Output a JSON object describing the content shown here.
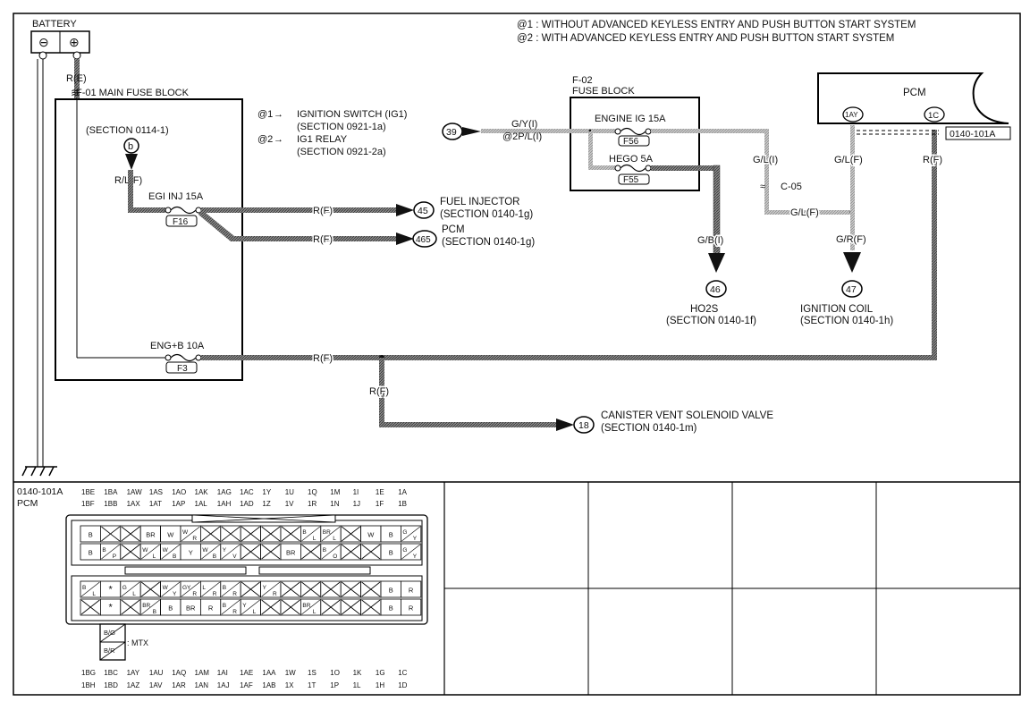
{
  "notes": {
    "n1": "@1 : WITHOUT ADVANCED KEYLESS ENTRY AND PUSH BUTTON START SYSTEM",
    "n2": "@2 : WITH ADVANCED KEYLESS ENTRY AND PUSH BUTTON START SYSTEM"
  },
  "battery": {
    "title": "BATTERY",
    "minus": "⊖",
    "plus": "⊕",
    "wire": "R(E)"
  },
  "main_fuse_block": {
    "title": "F-01 MAIN FUSE BLOCK",
    "section_ref": "(SECTION 0114-1)",
    "conn_b": "b",
    "wire_rlf": "R/L(F)",
    "egi_label": "EGI INJ 15A",
    "egi_id": "F16",
    "engb_label": "ENG+B 10A",
    "engb_id": "F3"
  },
  "ignition": {
    "at1": "@1",
    "at1_text": "IGNITION SWITCH (IG1)",
    "at1_section": "(SECTION 0921-1a)",
    "at2": "@2",
    "at2_text": "IG1 RELAY",
    "at2_section": "(SECTION 0921-2a)"
  },
  "fuse_block_f02": {
    "id": "F-02",
    "title": "FUSE BLOCK",
    "engine_ig_label": "ENGINE IG 15A",
    "engine_ig_id": "F56",
    "hego_label": "HEGO 5A",
    "hego_id": "F55",
    "in_conn": "39",
    "in_wire1": "G/Y(I)",
    "in_wire2": "@2P/L(I)"
  },
  "pcm": {
    "title": "PCM",
    "pin1": "1AY",
    "pin2": "1C",
    "connector": "0140-101A"
  },
  "wires": {
    "rf": "R(F)",
    "glI": "G/L(I)",
    "c05": "C-05",
    "glF": "G/L(F)",
    "grF": "G/R(F)",
    "gbI": "G/B(I)"
  },
  "destinations": {
    "d45": {
      "num": "45",
      "name": "FUEL INJECTOR",
      "section": "(SECTION 0140-1g)"
    },
    "d465": {
      "num": "465",
      "name": "PCM",
      "section": "(SECTION 0140-1g)"
    },
    "d46": {
      "num": "46",
      "name": "HO2S",
      "section": "(SECTION 0140-1f)"
    },
    "d47": {
      "num": "47",
      "name": "IGNITION COIL",
      "section": "(SECTION 0140-1h)"
    },
    "d18": {
      "num": "18",
      "name": "CANISTER VENT SOLENOID VALVE",
      "section": "(SECTION 0140-1m)"
    }
  },
  "connector_view": {
    "code": "0140-101A",
    "name": "PCM",
    "top_row1": [
      "1BE",
      "1BA",
      "1AW",
      "1AS",
      "1AO",
      "1AK",
      "1AG",
      "1AC",
      "1Y",
      "1U",
      "1Q",
      "1M",
      "1I",
      "1E",
      "1A"
    ],
    "top_row2": [
      "1BF",
      "1BB",
      "1AX",
      "1AT",
      "1AP",
      "1AL",
      "1AH",
      "1AD",
      "1Z",
      "1V",
      "1R",
      "1N",
      "1J",
      "1F",
      "1B"
    ],
    "bot_row1": [
      "1BG",
      "1BC",
      "1AY",
      "1AU",
      "1AQ",
      "1AM",
      "1AI",
      "1AE",
      "1AA",
      "1W",
      "1S",
      "1O",
      "1K",
      "1G",
      "1C"
    ],
    "bot_row2": [
      "1BH",
      "1BD",
      "1AZ",
      "1AV",
      "1AR",
      "1AN",
      "1AJ",
      "1AF",
      "1AB",
      "1X",
      "1T",
      "1P",
      "1L",
      "1H",
      "1D"
    ],
    "mtx": ": MTX",
    "row1": [
      "B",
      "X",
      "X",
      "BR",
      "W",
      "W/R",
      "X",
      "X",
      "X",
      "X",
      "X",
      "B/L",
      "BR/L",
      "X",
      "W",
      "B",
      "G/Y"
    ],
    "row2": [
      "B",
      "B/P",
      "X",
      "W/L",
      "W/B",
      "Y",
      "W/B",
      "Y/V",
      "X",
      "X",
      "BR",
      "X",
      "B/O",
      "X",
      "X",
      "B",
      "G/Y"
    ],
    "row3": [
      "B/L",
      "*",
      "G/L",
      "X",
      "W/Y",
      "GY/R",
      "L/R",
      "B/R",
      "X",
      "Y/R",
      "X",
      "X",
      "X",
      "X",
      "X",
      "B",
      "R"
    ],
    "row4": [
      "X",
      "*",
      "X",
      "BR/B",
      "B",
      "BR",
      "R",
      "B/R",
      "Y/L",
      "X",
      "X",
      "BR/L",
      "X",
      "X",
      "X",
      "B",
      "R"
    ],
    "mtx_cells": [
      "B/G",
      "B/R"
    ]
  }
}
